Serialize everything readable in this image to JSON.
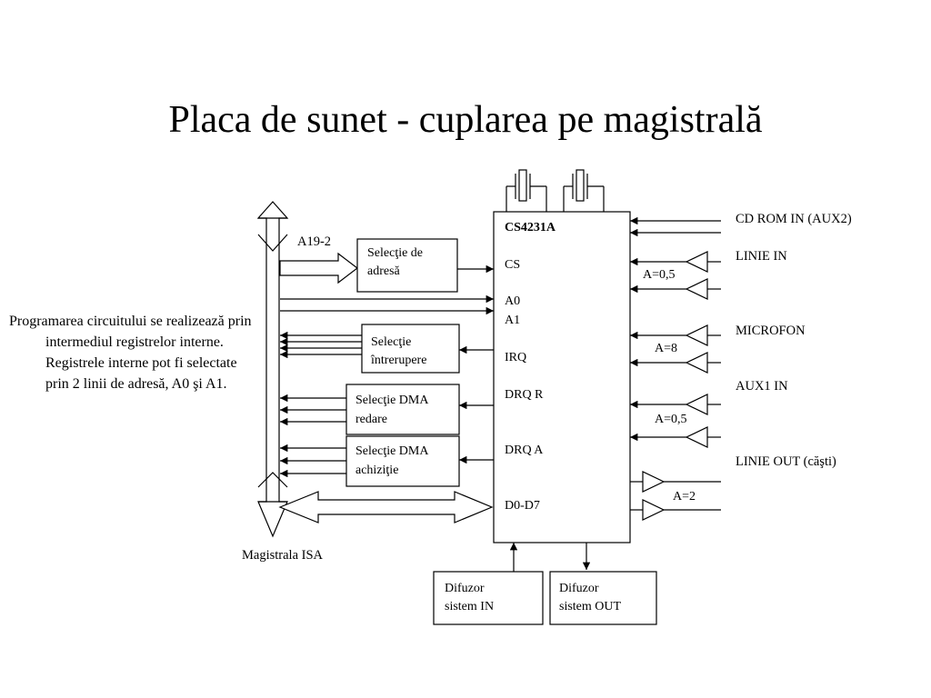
{
  "title": "Placa de sunet - cuplarea pe magistrală",
  "note": "Programarea circuitului se realizează prin intermediul registrelor interne. Registrele interne pot fi selectate prin 2 linii de adresă, A0 şi A1.",
  "bus": {
    "label": "Magistrala ISA",
    "addr_label": "A19-2"
  },
  "chip": {
    "name": "CS4231A",
    "pins": {
      "cs": "CS",
      "a0": "A0",
      "a1": "A1",
      "irq": "IRQ",
      "drq_r": "DRQ R",
      "drq_a": "DRQ A",
      "d": "D0-D7"
    }
  },
  "blocks": {
    "addr": [
      "Selecţie de",
      "adresă"
    ],
    "irq": [
      "Selecţie",
      "întrerupere"
    ],
    "dma_play": [
      "Selecţie DMA",
      "redare"
    ],
    "dma_rec": [
      "Selecţie DMA",
      "achiziţie"
    ],
    "spk_in": [
      "Difuzor",
      "sistem IN"
    ],
    "spk_out": [
      "Difuzor",
      "sistem OUT"
    ]
  },
  "inputs": {
    "cd": "CD ROM IN (AUX2)",
    "line_in": "LINIE IN",
    "mic": "MICROFON",
    "aux1": "AUX1 IN",
    "line_out": "LINIE OUT (căşti)"
  },
  "gains": {
    "line_in": "A=0,5",
    "mic": "A=8",
    "aux1": "A=0,5",
    "out": "A=2"
  }
}
